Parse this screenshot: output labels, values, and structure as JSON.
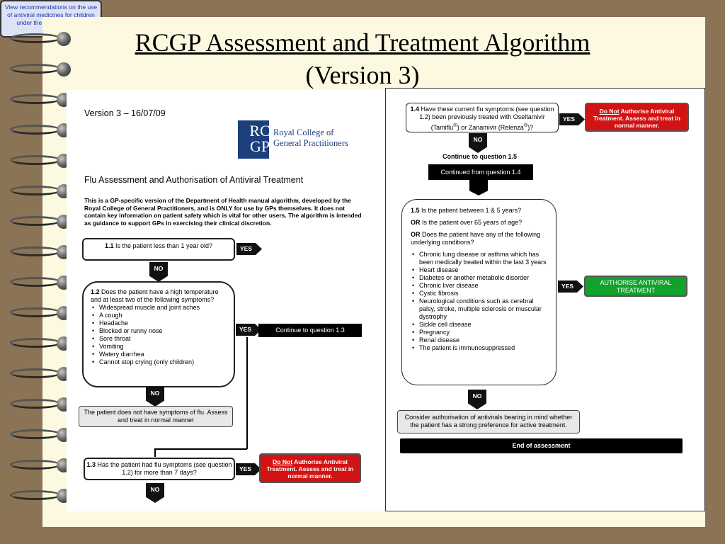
{
  "slide": {
    "title_line1": "RCGP Assessment and Treatment Algorithm",
    "title_line2": "(Version 3)"
  },
  "left_page": {
    "version": "Version 3 – 16/07/09",
    "logo_mark_top": "RC",
    "logo_mark_bottom": "GP",
    "logo_name_line1": "Royal College of",
    "logo_name_line2": "General Practitioners",
    "heading": "Flu Assessment and Authorisation of Antiviral Treatment",
    "intro": "This is a GP-specific version of the Department of Health manual algorithm, developed by the Royal College of General Practitioners, and is ONLY for use by GPs themselves. It does not contain key information on patient safety which is vital for other users. The algorithm is intended as guidance to support GPs in exercising their clinical discretion.",
    "q1_1_num": "1.1",
    "q1_1_text": " Is the patient less than 1 year old?",
    "q1_1_yes": "YES",
    "q1_1_result": "View recommendations on the use of antiviral medicines for children under the age of one year",
    "q1_1_no": "NO",
    "q1_2_num": "1.2",
    "q1_2_text": " Does the patient have a high temperature and at least two of the following symptoms?",
    "q1_2_symptoms": [
      "Widespread muscle and joint aches",
      "A cough",
      "Headache",
      "Blocked or runny nose",
      "Sore throat",
      "Vomiting",
      "Watery diarrhea",
      "Cannot stop crying (only children)"
    ],
    "q1_2_yes": "YES",
    "q1_2_result": "Continue to question 1.3",
    "q1_2_no": "NO",
    "q1_2_no_result": "The patient does not have symptoms of flu. Assess and treat in normal manner",
    "q1_3_num": "1.3",
    "q1_3_text": " Has the patient had flu symptoms (see question 1.2) for more than 7 days?",
    "q1_3_yes": "YES",
    "q1_3_result_underline": "Do Not",
    "q1_3_result": " Authorise Antiviral Treatment. Assess and treat in normal manner.",
    "q1_3_no": "NO"
  },
  "right_page": {
    "q1_4_num": "1.4",
    "q1_4_text_a": " Have these current flu symptoms (see question 1.2) been previously treated with Oseltamivir (Tamiflu",
    "q1_4_text_b": ") or Zanamivir (Relenza",
    "q1_4_text_c": ")?",
    "registered": "®",
    "q1_4_yes": "YES",
    "q1_4_result_underline": "Do Not",
    "q1_4_result": " Authorise Antiviral Treatment. Assess and treat in normal manner.",
    "q1_4_no": "NO",
    "continue_label": "Continue to question 1.5",
    "continued_from": "Continued from question 1.4",
    "q1_5_num": "1.5",
    "q1_5_line1": " Is the patient between 1 & 5 years?",
    "q1_5_or1": "OR",
    "q1_5_line2": " Is the patient over 65 years of age?",
    "q1_5_or2": "OR",
    "q1_5_line3": " Does the patient have any of the following underlying conditions?",
    "q1_5_conditions": [
      "Chronic lung disease or asthma which has been medically treated within the last 3 years",
      "Heart disease",
      "Diabetes or another metabolic disorder",
      "Chronic liver disease",
      "Cystic fibrosis",
      "Neurological conditions such as cerebral palsy, stroke, multiple sclerosis or muscular dystrophy",
      "Sickle cell disease",
      "Pregnancy",
      "Renal disease",
      "The patient is immunosuppressed"
    ],
    "q1_5_yes": "YES",
    "q1_5_result": "AUTHORISE ANTIVIRAL TREATMENT",
    "q1_5_no": "NO",
    "consider": "Consider authorisation of antivirals bearing in mind whether the patient has a strong preference for active treatment.",
    "end": "End of assessment"
  }
}
